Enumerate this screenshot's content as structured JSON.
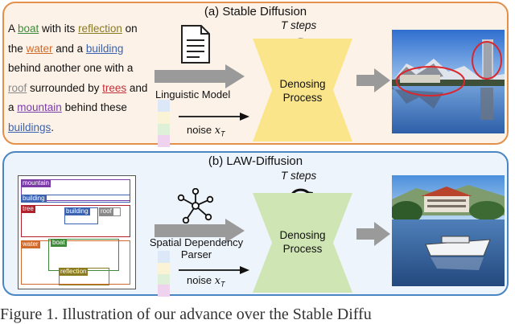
{
  "panel_a": {
    "title": "(a) Stable Diffusion",
    "prompt": [
      {
        "t": "A ",
        "c": ""
      },
      {
        "t": "boat",
        "c": "boat"
      },
      {
        "t": " with its ",
        "c": ""
      },
      {
        "t": "reflection",
        "c": "reflection"
      },
      {
        "t": " on the ",
        "c": ""
      },
      {
        "t": "water",
        "c": "water"
      },
      {
        "t": " and a ",
        "c": ""
      },
      {
        "t": "building",
        "c": "building"
      },
      {
        "t": " behind another one with a ",
        "c": ""
      },
      {
        "t": "roof",
        "c": "roof"
      },
      {
        "t": " surrounded by ",
        "c": ""
      },
      {
        "t": "trees",
        "c": "trees"
      },
      {
        "t": " and a ",
        "c": ""
      },
      {
        "t": "mountain",
        "c": "mountain"
      },
      {
        "t": " behind these ",
        "c": ""
      },
      {
        "t": "buildings",
        "c": "buildings"
      },
      {
        "t": ".",
        "c": ""
      }
    ],
    "model_label": "Linguistic Model",
    "steps_label": "T steps",
    "denoise_label_1": "Denosing",
    "denoise_label_2": "Process",
    "noise_label": "noise "
  },
  "panel_b": {
    "title": "(b) LAW-Diffusion",
    "layout_tags": {
      "mountain": "mountain",
      "building_1": "building",
      "tree": "tree",
      "building_2": "building",
      "roof": "roof",
      "water": "water",
      "boat": "boat",
      "reflection": "reflection"
    },
    "parser_label_1": "Spatial Dependency",
    "parser_label_2": "Parser",
    "steps_label": "T steps",
    "denoise_label_1": "Denosing",
    "denoise_label_2": "Process",
    "noise_label": "noise "
  },
  "noise_var": "x",
  "noise_sub": "T",
  "caption": "Figure 1. Illustration of our advance over the Stable Diffu",
  "colors": {
    "panel_a_border": "#e2904a",
    "panel_b_border": "#4a86c4",
    "denoise_a": "#fbe58a",
    "denoise_b": "#cfe6b4"
  }
}
